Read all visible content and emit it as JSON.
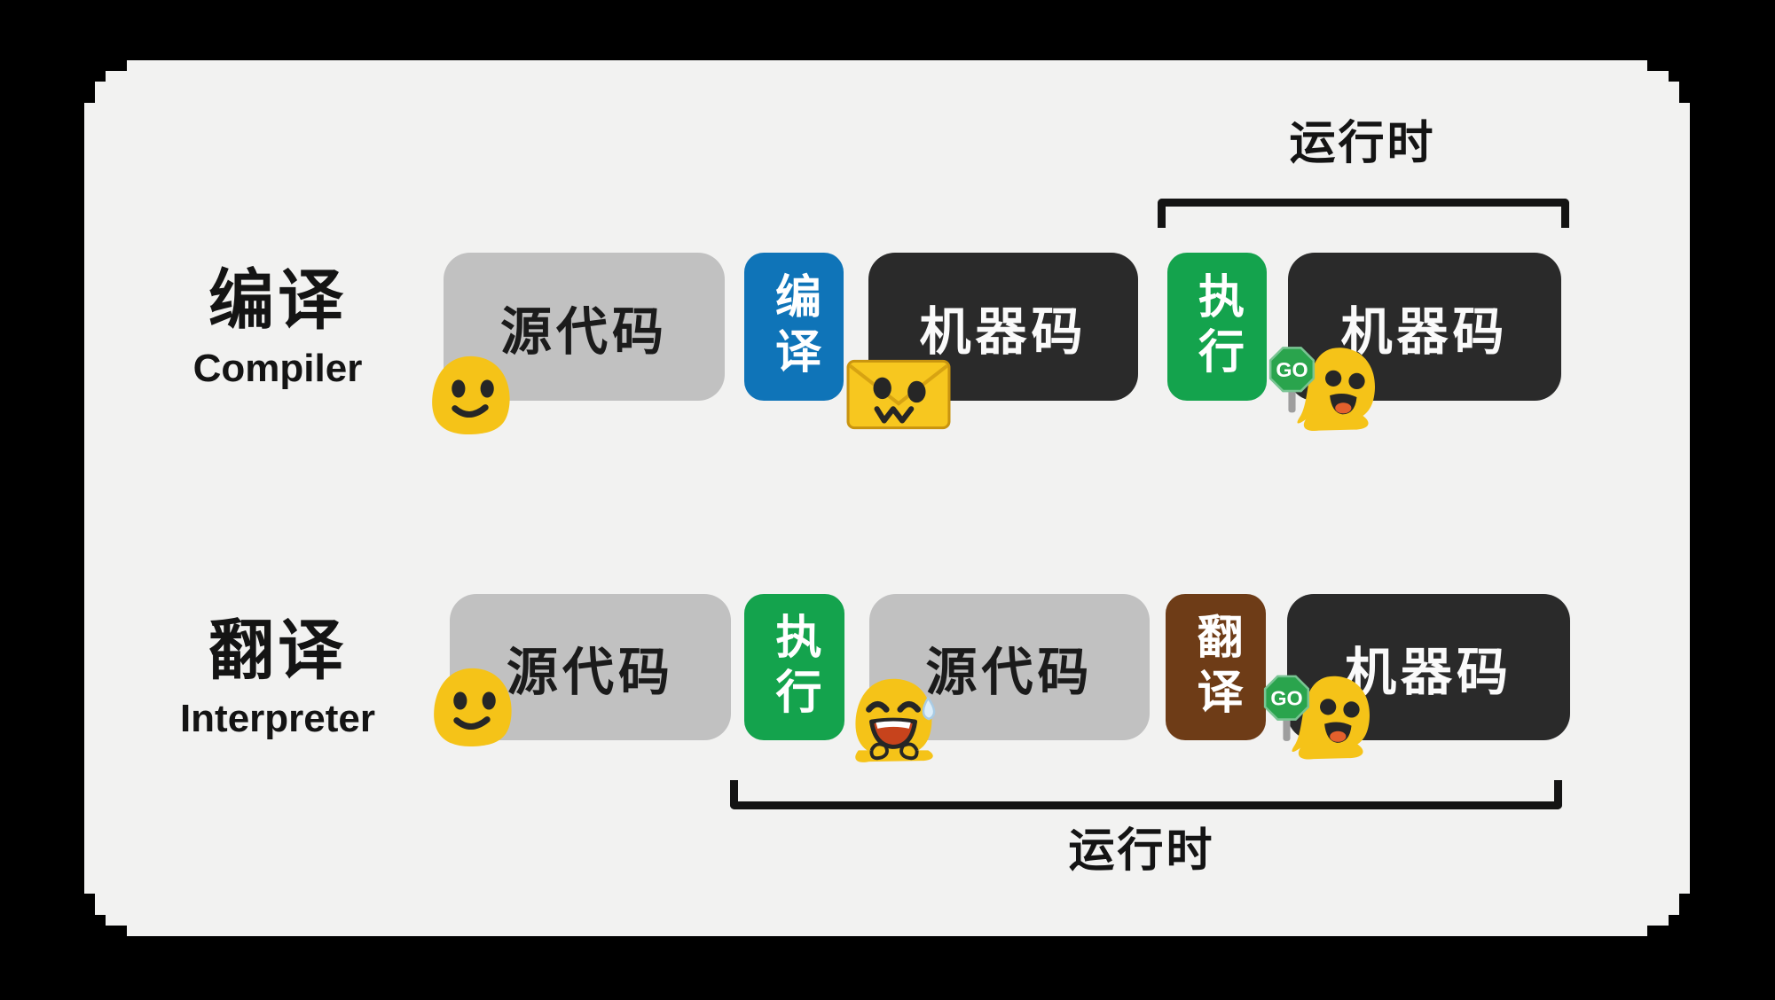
{
  "colors": {
    "outer_background": "#000000",
    "panel_background": "#f2f2f1",
    "source_box": "#c1c1c1",
    "machine_box": "#2a2a2a",
    "compile_box_blue": "#0f74b8",
    "execute_box_green": "#14a34d",
    "translate_box_brown": "#6e3c17",
    "text_dark": "#141414",
    "text_light": "#fafafa",
    "emoji_yellow": "#f5c318",
    "go_sign_green": "#2aa44d"
  },
  "rows": [
    {
      "label_zh": "编译",
      "label_en": "Compiler",
      "runtime_label": "运行时",
      "boxes": [
        {
          "label": "源代码",
          "kind": "source-code"
        },
        {
          "label": "编译",
          "kind": "compile"
        },
        {
          "label": "机器码",
          "kind": "machine-code"
        },
        {
          "label": "执行",
          "kind": "execute"
        },
        {
          "label": "机器码",
          "kind": "machine-code"
        }
      ]
    },
    {
      "label_zh": "翻译",
      "label_en": "Interpreter",
      "runtime_label": "运行时",
      "boxes": [
        {
          "label": "源代码",
          "kind": "source-code"
        },
        {
          "label": "执行",
          "kind": "execute"
        },
        {
          "label": "源代码",
          "kind": "source-code"
        },
        {
          "label": "翻译",
          "kind": "translate"
        },
        {
          "label": "机器码",
          "kind": "machine-code"
        }
      ]
    }
  ],
  "emojis": {
    "go_label": "GO",
    "items": [
      "smiling-blob-emoji",
      "envelope-face-emoji",
      "cheering-blob-with-go-sign-emoji",
      "smiling-blob-emoji",
      "laughing-blob-with-sweat-emoji",
      "cheering-blob-with-go-sign-emoji"
    ]
  }
}
